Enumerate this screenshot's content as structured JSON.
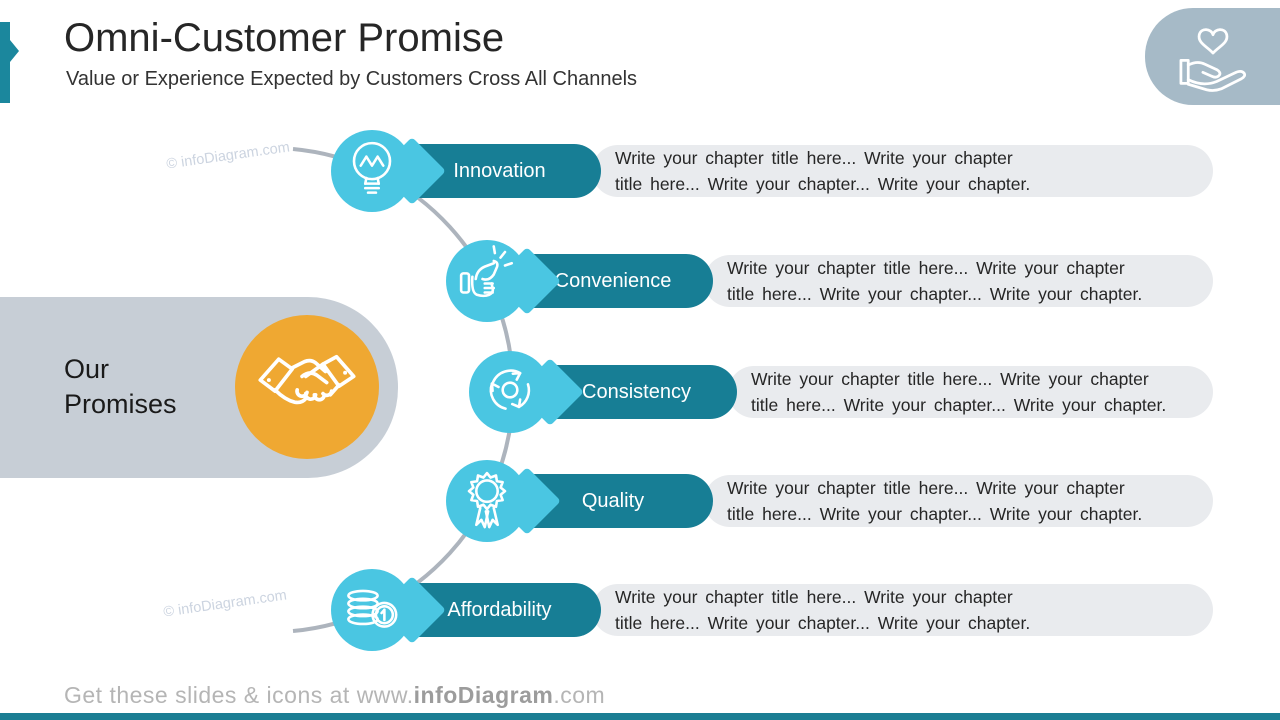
{
  "header": {
    "title": "Omni-Customer Promise",
    "subtitle": "Value or Experience Expected by Customers Cross All Channels",
    "corner_icon": "hand-holding-heart-icon"
  },
  "center": {
    "line1": "Our",
    "line2": "Promises",
    "icon": "handshake-icon"
  },
  "promises": [
    {
      "label": "Innovation",
      "icon": "lightbulb-icon",
      "desc1": "Write your chapter title here... Write your chapter",
      "desc2": "title here... Write your chapter... Write your chapter."
    },
    {
      "label": "Convenience",
      "icon": "finger-snap-icon",
      "desc1": "Write your chapter title here... Write your chapter",
      "desc2": "title here... Write your chapter... Write your chapter."
    },
    {
      "label": "Consistency",
      "icon": "cycle-arrows-icon",
      "desc1": "Write your chapter title here... Write your chapter",
      "desc2": "title here... Write your chapter... Write your chapter."
    },
    {
      "label": "Quality",
      "icon": "award-rosette-icon",
      "desc1": "Write your chapter title here... Write your chapter",
      "desc2": "title here... Write your chapter... Write your chapter."
    },
    {
      "label": "Affordability",
      "icon": "coins-icon",
      "desc1": "Write your chapter title here... Write your chapter",
      "desc2": "title here... Write your chapter... Write your chapter."
    }
  ],
  "watermarks": [
    "© infoDiagram.com",
    "© infoDiagram.com"
  ],
  "footer": {
    "prefix": "Get these slides & icons at www.",
    "brand": "infoDiagram",
    "suffix": ".com"
  },
  "colors": {
    "teal": "#177E95",
    "light-blue": "#4AC6E2",
    "orange": "#EFA832",
    "blob-gray": "#C7CED6",
    "box-gray": "#E9EBEE",
    "corner-gray": "#A6BAC7",
    "accent-bar": "#1B879D",
    "bottom-bar": "#1B7E93",
    "line-gray": "#ADB4BD"
  }
}
